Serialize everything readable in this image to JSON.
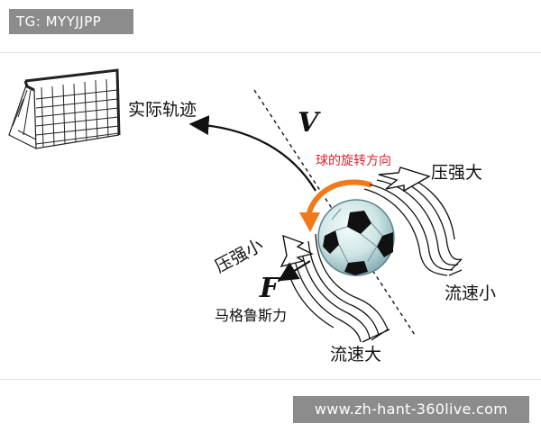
{
  "watermark_top_left": "TG: MYYJJPP",
  "watermark_bottom_right": "www.zh-hant-360live.com",
  "labels": {
    "actual_trajectory": "实际轨迹",
    "velocity": "V",
    "spin_direction": "球的旋转方向",
    "pressure_high": "压强大",
    "pressure_low": "压强小",
    "force": "F",
    "magnus_force": "马格鲁斯力",
    "flow_slow": "流速小",
    "flow_fast": "流速大"
  },
  "colors": {
    "spin_label": "#d9232f",
    "spin_arrow": "#f07a1a",
    "ball_highlight": "#e8f4f4",
    "ball_shadow": "#8fb7bd",
    "ink": "#111111"
  },
  "icons": [
    "goal-net-icon",
    "soccer-ball-icon"
  ]
}
